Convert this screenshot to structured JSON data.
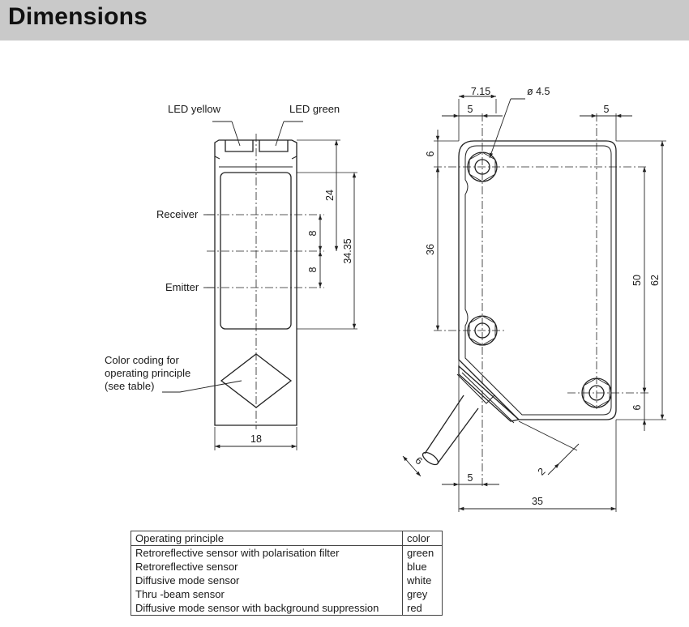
{
  "header": {
    "title": "Dimensions"
  },
  "front_view": {
    "labels": {
      "led_yellow": "LED yellow",
      "led_green": "LED green",
      "receiver": "Receiver",
      "emitter": "Emitter",
      "color_coding_1": "Color coding for",
      "color_coding_2": "operating principle",
      "color_coding_3": "(see table)"
    },
    "dims": {
      "d24": "24",
      "d34_35": "34.35",
      "d8_upper": "8",
      "d8_lower": "8",
      "d18": "18"
    }
  },
  "side_view": {
    "dims": {
      "d7_15": "7.15",
      "d4_5": "ø 4.5",
      "d5_top_left": "5",
      "d5_top_right": "5",
      "d6_top": "6",
      "d36": "36",
      "d50": "50",
      "d62": "62",
      "d6_bottom": "6",
      "d6_cable": "6",
      "d2": "2",
      "d5_bottom": "5",
      "d35": "35"
    }
  },
  "table": {
    "header": {
      "principle": "Operating principle",
      "color": "color"
    },
    "rows": [
      {
        "principle": "Retroreflective sensor with polarisation filter",
        "color": "green"
      },
      {
        "principle": "Retroreflective sensor",
        "color": "blue"
      },
      {
        "principle": "Diffusive mode sensor",
        "color": "white"
      },
      {
        "principle": "Thru -beam sensor",
        "color": "grey"
      },
      {
        "principle": "Diffusive mode sensor with background suppression",
        "color": "red"
      }
    ]
  }
}
